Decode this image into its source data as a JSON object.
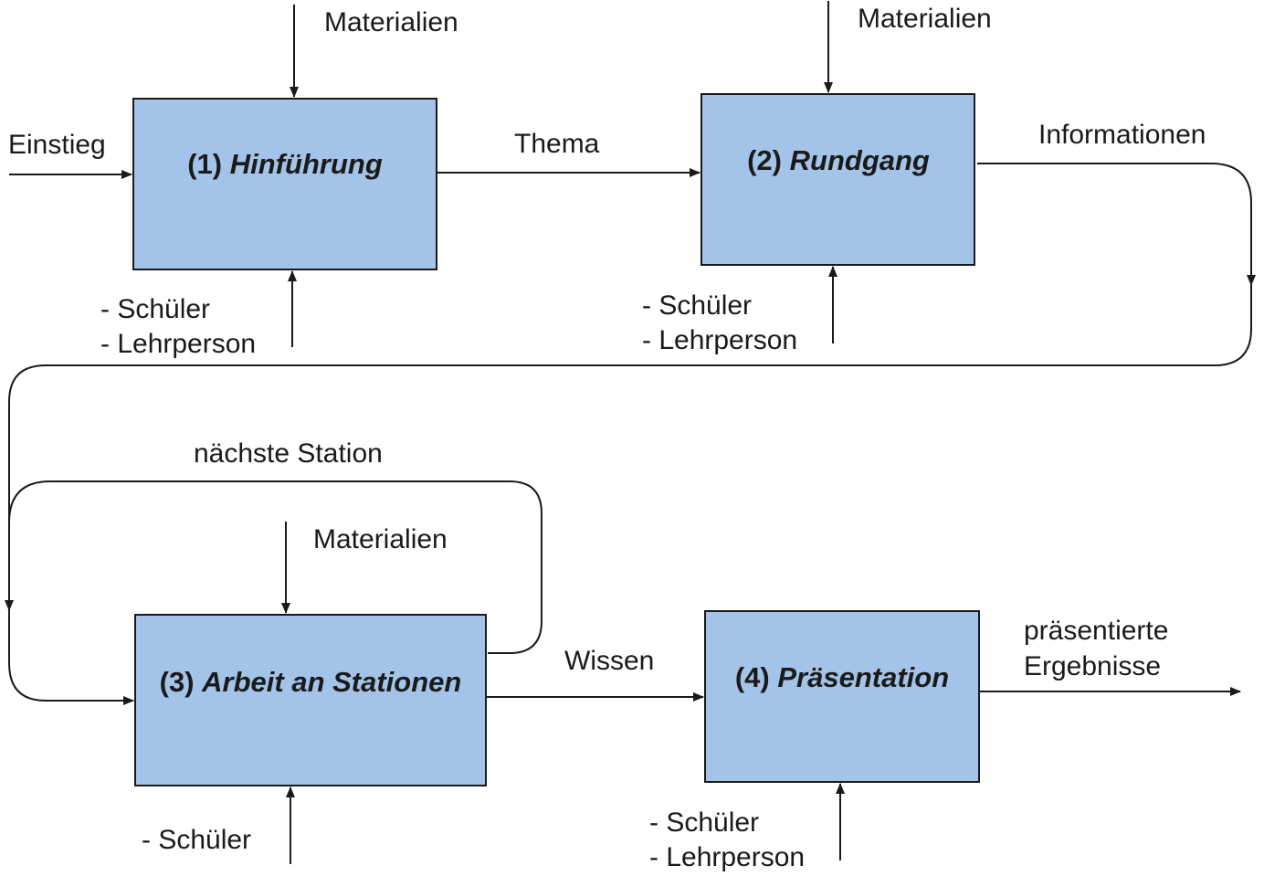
{
  "boxes": [
    {
      "number": "(1)",
      "name": "Hinführung"
    },
    {
      "number": "(2)",
      "name": "Rundgang"
    },
    {
      "number": "(3)",
      "name": "Arbeit an Stationen"
    },
    {
      "number": "(4)",
      "name": "Präsentation"
    }
  ],
  "labels": {
    "materialien_1": "Materialien",
    "materialien_2": "Materialien",
    "materialien_3": "Materialien",
    "einstieg": "Einstieg",
    "thema": "Thema",
    "informationen": "Informationen",
    "naechste_station": "nächste Station",
    "wissen": "Wissen",
    "praesentierte": "präsentierte",
    "ergebnisse": "Ergebnisse",
    "schueler_1": "- Schüler",
    "lehrperson_1": "- Lehrperson",
    "schueler_2": "- Schüler",
    "lehrperson_2": "- Lehrperson",
    "schueler_3": "- Schüler",
    "schueler_4": "- Schüler",
    "lehrperson_4": "- Lehrperson"
  }
}
